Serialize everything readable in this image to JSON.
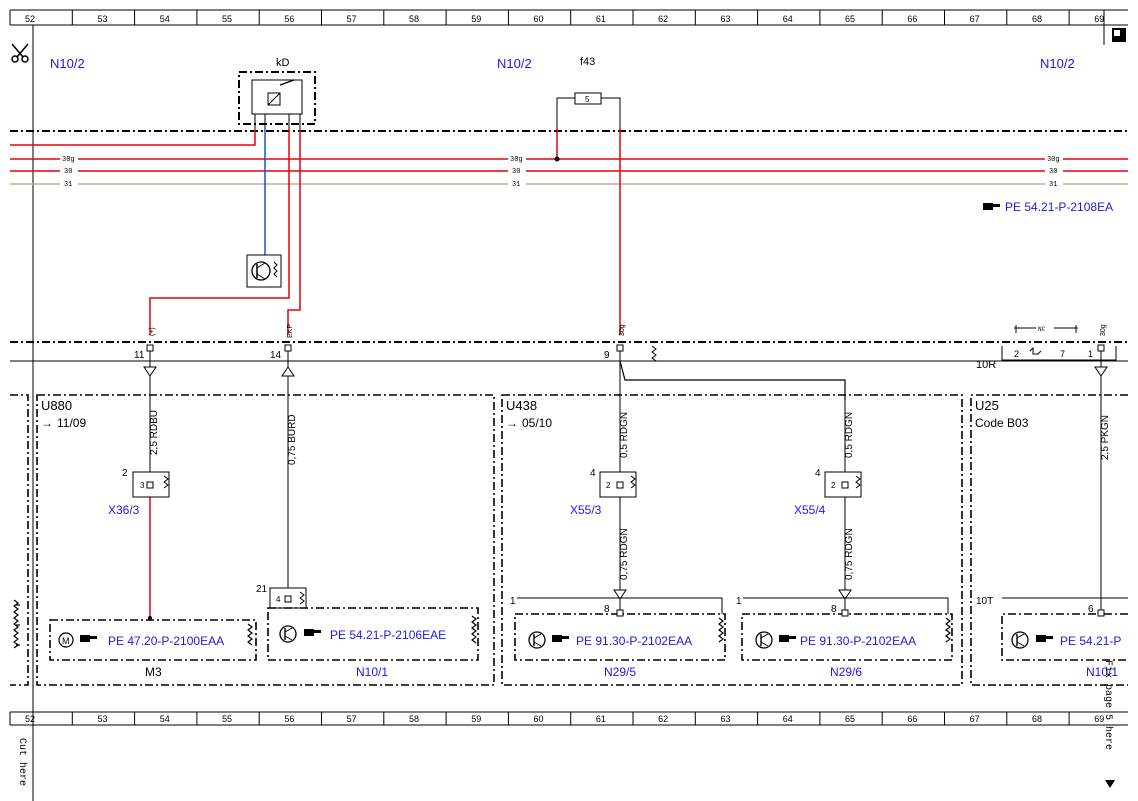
{
  "ruler": {
    "numbers": [
      "52",
      "53",
      "54",
      "55",
      "56",
      "57",
      "58",
      "59",
      "60",
      "61",
      "62",
      "63",
      "64",
      "65",
      "66",
      "67",
      "68",
      "69"
    ]
  },
  "bus_lines": {
    "top_left": [
      "30g",
      "30",
      "31"
    ],
    "top_mid": [
      "30g",
      "30",
      "31"
    ],
    "top_right": [
      "30g",
      "30",
      "31"
    ]
  },
  "top": {
    "n10_left": "N10/2",
    "n10_mid": "N10/2",
    "n10_right": "N10/2",
    "relay_label": "kD",
    "fuse_label": "f43",
    "fuse_number": "5",
    "ref_top_right": "PE 54.21-P-2108EA"
  },
  "connector_row": {
    "pin_11": "11",
    "pin_11_label": "(+)",
    "pin_14": "14",
    "pin_14_label": "EKP",
    "pin_9": "9",
    "pin_9_label": "30g",
    "block_10r": "10R",
    "pin_2": "2",
    "pin_7": "7",
    "pin_1": "1",
    "pin_1_label": "30g",
    "nc_label": "NC"
  },
  "modules": {
    "u880": {
      "name": "U880",
      "ref": "11/09"
    },
    "u438": {
      "name": "U438",
      "ref": "05/10"
    },
    "u25": {
      "name": "U25",
      "code": "Code B03"
    }
  },
  "wires": {
    "w1": "2,5 RDBU",
    "w2": "0,75 BURD",
    "w3": "0,5 RDGN",
    "w4": "0,5 RDGN",
    "w5": "0,75 RDGN",
    "w6": "0,75 RDGN",
    "w7": "2,5 PKGN"
  },
  "connectors": {
    "x36_3": {
      "name": "X36/3",
      "outer": "2",
      "inner": "3"
    },
    "x55_3": {
      "name": "X55/3",
      "outer": "4",
      "inner": "2"
    },
    "x55_4": {
      "name": "X55/4",
      "outer": "4",
      "inner": "2"
    },
    "c21": {
      "outer": "21",
      "inner": "4"
    }
  },
  "components": {
    "m3": {
      "ref": "PE 47.20-P-2100EAA",
      "name": "M3"
    },
    "n10_1": {
      "ref": "PE 54.21-P-2106EAE",
      "name": "N10/1"
    },
    "n29_5": {
      "ref": "PE 91.30-P-2102EAA",
      "name": "N29/5",
      "pin": "8",
      "box_pin": "1"
    },
    "n29_6": {
      "ref": "PE 91.30-P-2102EAA",
      "name": "N29/6",
      "pin": "8",
      "box_pin": "1"
    },
    "n10_1b": {
      "ref": "PE 54.21-P",
      "name": "N10/1",
      "pin": "6",
      "box_pin": "10T"
    }
  },
  "margins": {
    "cut_here": "Cut here",
    "fix_page": "Fix page 5 here"
  },
  "colors": {
    "red_wire": "#e8000b",
    "blue_wire": "#1a4fd8",
    "brown_wire": "#c8a88a",
    "label_blue": "#1a1ae6"
  }
}
